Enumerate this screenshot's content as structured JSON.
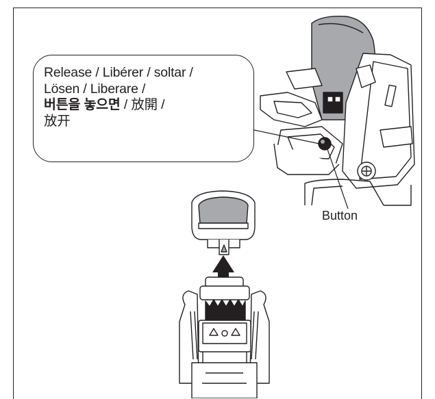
{
  "callout": {
    "line1": "Release / Libérer / soltar /",
    "line2": "Lösen / Liberare /",
    "line3_bold": "버튼을 놓으면",
    "line3_rest": " / 放開 /",
    "line4": "放开"
  },
  "button_label": "Button",
  "colors": {
    "stroke": "#231f20",
    "gray_fill": "#a7a9ac",
    "dark": "#231f20"
  }
}
